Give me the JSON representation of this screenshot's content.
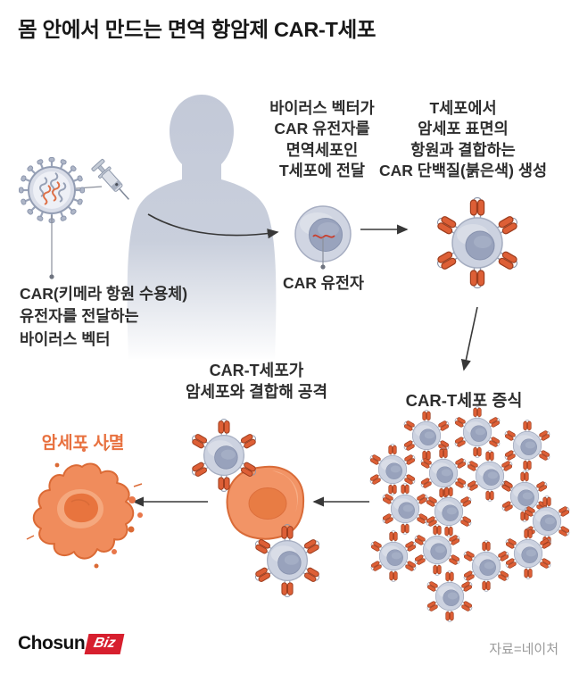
{
  "title": "몸 안에서 만드는 면역 항암제 CAR-T세포",
  "steps": {
    "step1_virus_delivery": "바이러스 벡터가\nCAR 유전자를\n면역세포인\nT세포에 전달",
    "step2_car_protein": "T세포에서\n암세포 표면의\n항원과 결합하는\nCAR 단백질(붉은색) 생성",
    "step3_proliferation": "CAR-T세포 증식",
    "step4_attack": "CAR-T세포가\n암세포와 결합해 공격",
    "step5_death": "암세포 사멸"
  },
  "captions": {
    "virus_vector": "CAR(키메라 항원 수용체)\n유전자를 전달하는\n바이러스 벡터",
    "car_gene": "CAR 유전자"
  },
  "footer": {
    "logo_text": "Chosun",
    "logo_badge": "Biz",
    "source": "자료=네이처"
  },
  "colors": {
    "accent_orange": "#e8713f",
    "receptor_red": "#dd5f36",
    "cell_body": "#ccd2e0",
    "cell_nucleus": "#98a2bc",
    "silhouette": "#c4cad8",
    "cancer_cell": "#f0915e",
    "arrow": "#383838",
    "logo_red": "#d71f2e",
    "source_gray": "#9b9b9b"
  }
}
